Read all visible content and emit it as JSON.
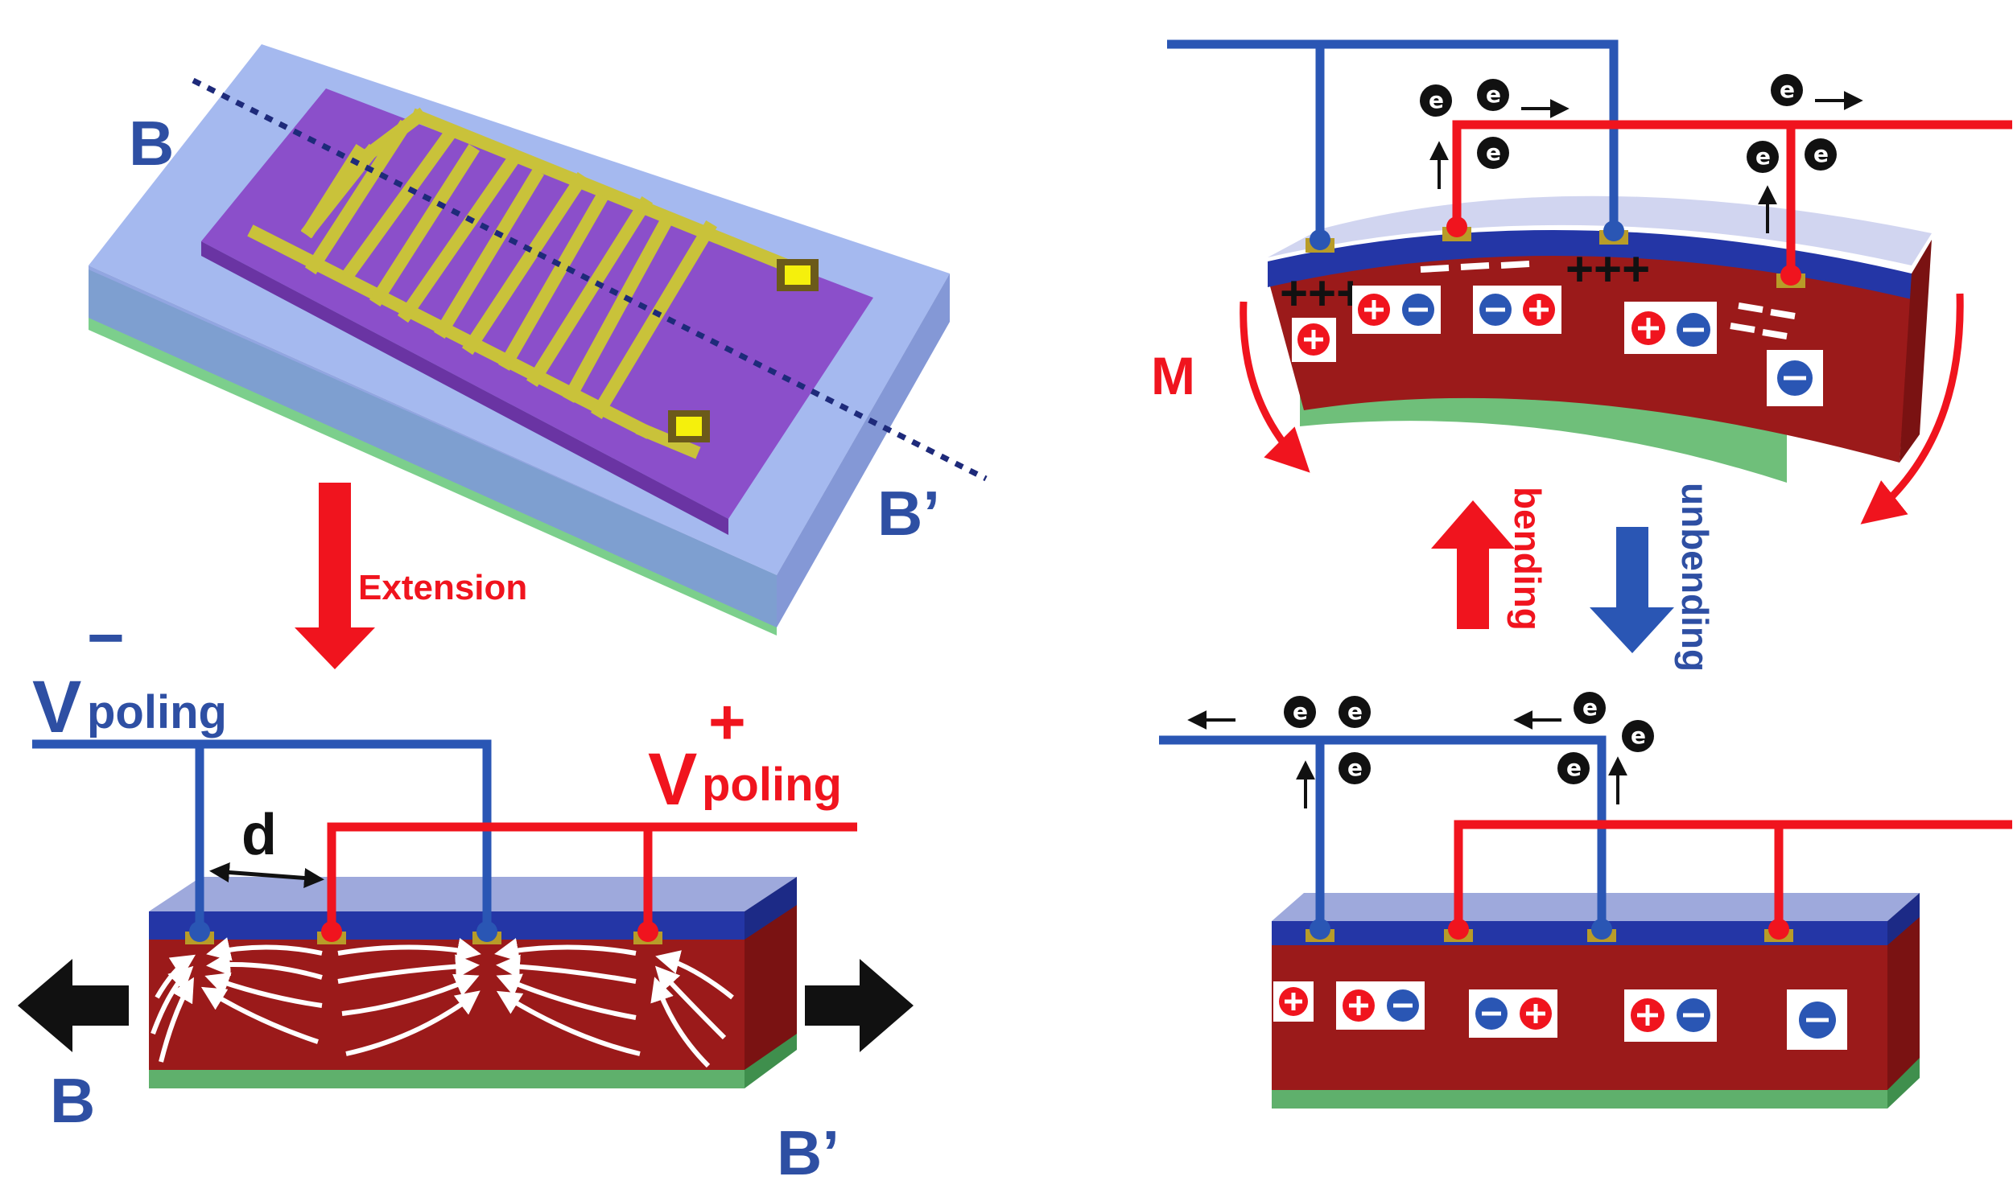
{
  "labels": {
    "b_top": "B",
    "b_prime_top": "B’",
    "extension": "Extension",
    "v_poling_neg_base": "V",
    "v_poling_neg_sup": "−",
    "v_poling_neg_sub": "poling",
    "v_poling_pos_base": "V",
    "v_poling_pos_sup": "+",
    "v_poling_pos_sub": "poling",
    "d": "d",
    "b_bottom": "B",
    "b_prime_bottom": "B’",
    "m": "M",
    "bending": "bending",
    "unbending": "unbending",
    "electron": "e",
    "plus_group": "+++",
    "minus_group": "−−−"
  },
  "colors": {
    "blue_electrode": "#2a56b4",
    "red_electrode": "#f0141e",
    "piezo_red": "#9b1a1a",
    "top_blue_layer": "#2436a6",
    "substrate_green": "#6fbf7a",
    "glass_blue": "#8fa9e8",
    "idt_gold": "#c8c43a",
    "purple_film": "#8a4fc8"
  }
}
